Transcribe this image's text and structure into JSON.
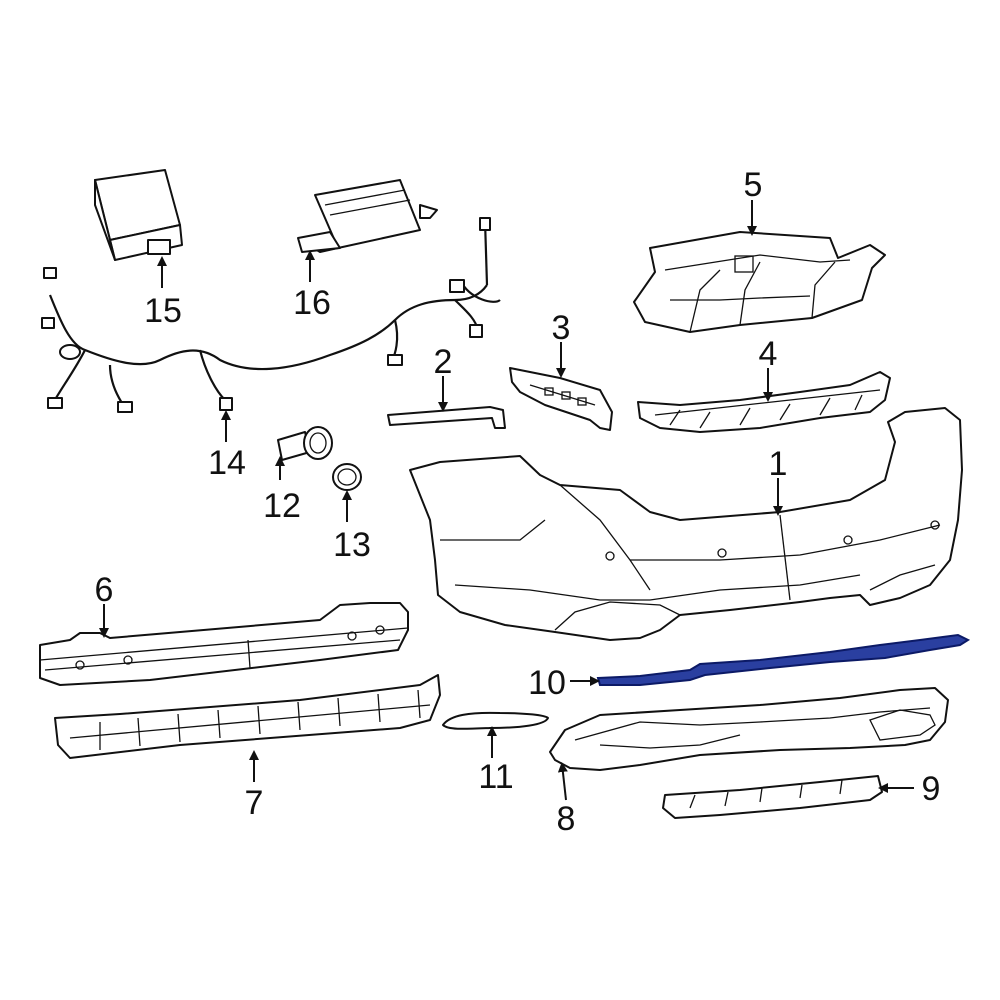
{
  "callouts": [
    {
      "id": "1",
      "label": "1"
    },
    {
      "id": "2",
      "label": "2"
    },
    {
      "id": "3",
      "label": "3"
    },
    {
      "id": "4",
      "label": "4"
    },
    {
      "id": "5",
      "label": "5"
    },
    {
      "id": "6",
      "label": "6"
    },
    {
      "id": "7",
      "label": "7"
    },
    {
      "id": "8",
      "label": "8"
    },
    {
      "id": "9",
      "label": "9"
    },
    {
      "id": "10",
      "label": "10"
    },
    {
      "id": "11",
      "label": "11"
    },
    {
      "id": "12",
      "label": "12"
    },
    {
      "id": "13",
      "label": "13"
    },
    {
      "id": "14",
      "label": "14"
    },
    {
      "id": "15",
      "label": "15"
    },
    {
      "id": "16",
      "label": "16"
    }
  ],
  "highlighted_part": "10",
  "colors": {
    "highlight": "#2a3fa0",
    "line": "#111111"
  }
}
